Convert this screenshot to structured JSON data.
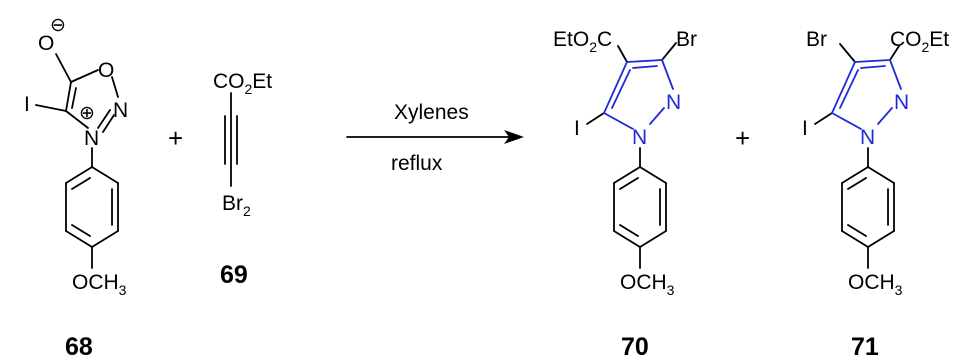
{
  "scheme": {
    "reaction": {
      "reagent": "Xylenes",
      "condition": "reflux",
      "plus_1": "+",
      "plus_2": "+"
    },
    "compound_68": {
      "number": "68",
      "atoms": {
        "o_exo": "O",
        "charge_neg": "⊖",
        "o_ring": "O",
        "n_ring": "N",
        "n_plus": "N",
        "charge_pos": "⊕",
        "iodo": "I",
        "methoxy": "OCH",
        "methoxy_sub": "3"
      }
    },
    "compound_69": {
      "number": "69",
      "atoms": {
        "ester": "CO",
        "ester_sub": "2",
        "ester_tail": "Et",
        "bromo": "Br",
        "bromo_sub": "2"
      }
    },
    "compound_70": {
      "number": "70",
      "atoms": {
        "ester": "EtO",
        "ester_sub": "2",
        "ester_tail": "C",
        "bromo": "Br",
        "iodo": "I",
        "n_ring": "N",
        "n1": "N",
        "methoxy": "OCH",
        "methoxy_sub": "3"
      }
    },
    "compound_71": {
      "number": "71",
      "atoms": {
        "bromo": "Br",
        "ester": "CO",
        "ester_sub": "2",
        "ester_tail": "Et",
        "iodo": "I",
        "n_ring": "N",
        "n1": "N",
        "methoxy": "OCH",
        "methoxy_sub": "3"
      }
    },
    "colors": {
      "bonds": "#000000",
      "pyrazole_ring": "#1f2bd6",
      "text": "#000000",
      "background": "#ffffff"
    }
  }
}
